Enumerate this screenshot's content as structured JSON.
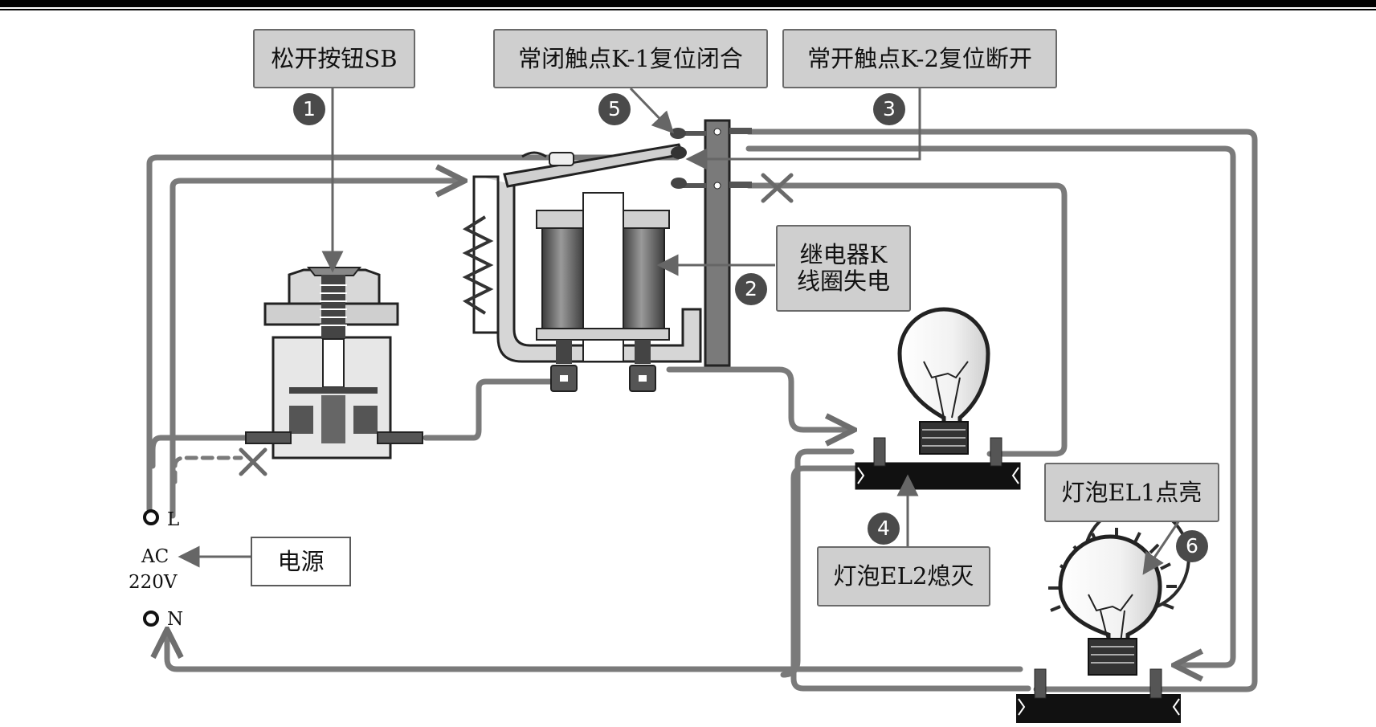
{
  "labels": {
    "button_release": "松开按钮SB",
    "nc_contact": "常闭触点K-1复位闭合",
    "no_contact": "常开触点K-2复位断开",
    "relay_coil_line1": "继电器K",
    "relay_coil_line2": "线圈失电",
    "bulb_el2": "灯泡EL2熄灭",
    "bulb_el1": "灯泡EL1点亮",
    "power": "电源"
  },
  "steps": [
    "1",
    "2",
    "3",
    "4",
    "5",
    "6"
  ],
  "terminals": {
    "live": "L",
    "neutral": "N",
    "ac_line1": "AC",
    "ac_line2": "220V"
  },
  "colors": {
    "wire": "#7a7a7a",
    "label_fill": "#cfcfcf",
    "label_border": "#6a6a6a",
    "badge": "#4a4a4a",
    "bulb_glow": "#2b2b2b"
  }
}
